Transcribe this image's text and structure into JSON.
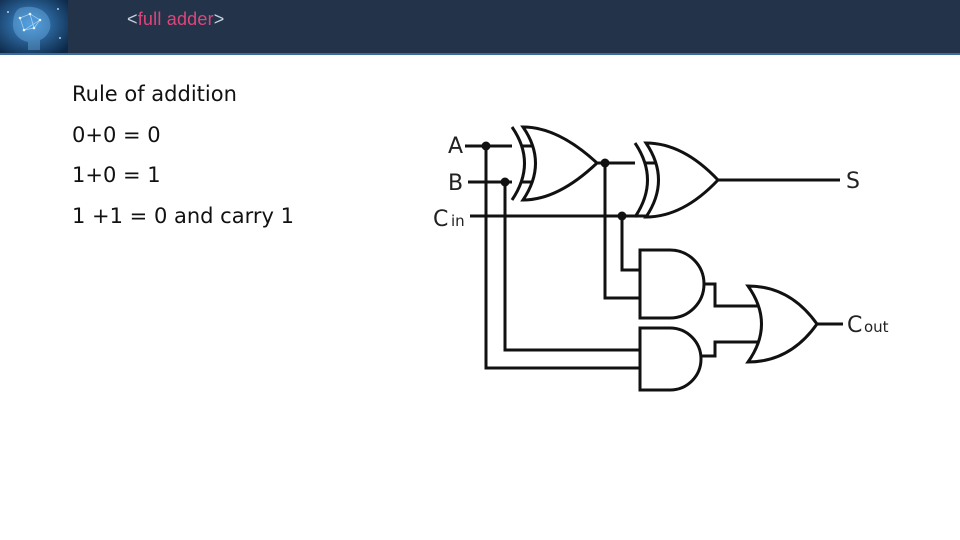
{
  "header": {
    "title_open": "<",
    "title_text": "full adder",
    "title_close": ">",
    "bar_color": "#22334a",
    "title_color": "#e0457a"
  },
  "rules": {
    "heading": "Rule of addition",
    "lines": [
      "0+0 = 0",
      "1+0 = 1",
      "1 +1 = 0 and carry 1"
    ]
  },
  "circuit": {
    "inputs": {
      "a": "A",
      "b": "B",
      "cin_main": "C",
      "cin_sub": "in"
    },
    "outputs": {
      "sum": "S",
      "cout_main": "C",
      "cout_sub": "out"
    },
    "gates": [
      "xor-gate",
      "xor-gate",
      "and-gate",
      "and-gate",
      "or-gate"
    ]
  }
}
